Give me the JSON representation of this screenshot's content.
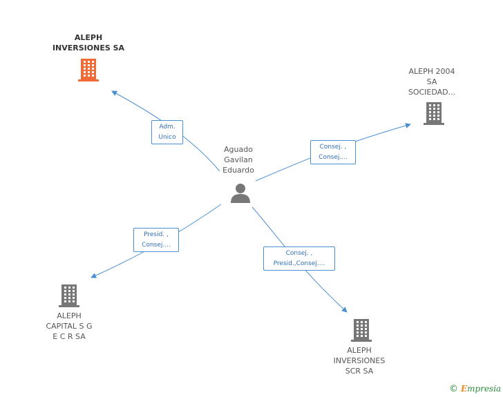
{
  "center": {
    "lines": [
      "Aguado",
      "Gavilan",
      "Eduardo"
    ]
  },
  "companies": [
    {
      "id": "aleph-inversiones-sa",
      "lines": [
        "ALEPH",
        "INVERSIONES SA"
      ],
      "highlight": true
    },
    {
      "id": "aleph-2004",
      "lines": [
        "ALEPH 2004",
        "SA",
        "SOCIEDAD..."
      ],
      "highlight": false
    },
    {
      "id": "aleph-capital",
      "lines": [
        "ALEPH",
        "CAPITAL S G",
        "E C R SA"
      ],
      "highlight": false
    },
    {
      "id": "aleph-inversiones-scr",
      "lines": [
        "ALEPH",
        "INVERSIONES",
        "SCR SA"
      ],
      "highlight": false
    }
  ],
  "edges": [
    {
      "to": "aleph-inversiones-sa",
      "lines": [
        "Adm.",
        "Unico"
      ]
    },
    {
      "to": "aleph-2004",
      "lines": [
        "Consej. ,",
        "Consej...."
      ]
    },
    {
      "to": "aleph-capital",
      "lines": [
        "Presid. ,",
        "Consej...."
      ]
    },
    {
      "to": "aleph-inversiones-scr",
      "lines": [
        "Consej. ,",
        "Presid.,Consej...."
      ]
    }
  ],
  "colors": {
    "edge": "#4a8fd4",
    "building": "#777777",
    "building_highlight": "#f26a35",
    "person": "#777777"
  },
  "icons": {
    "person": "person-icon",
    "company": "building-icon"
  },
  "brand": {
    "symbol": "©",
    "initial": "E",
    "rest": "mpresia"
  }
}
